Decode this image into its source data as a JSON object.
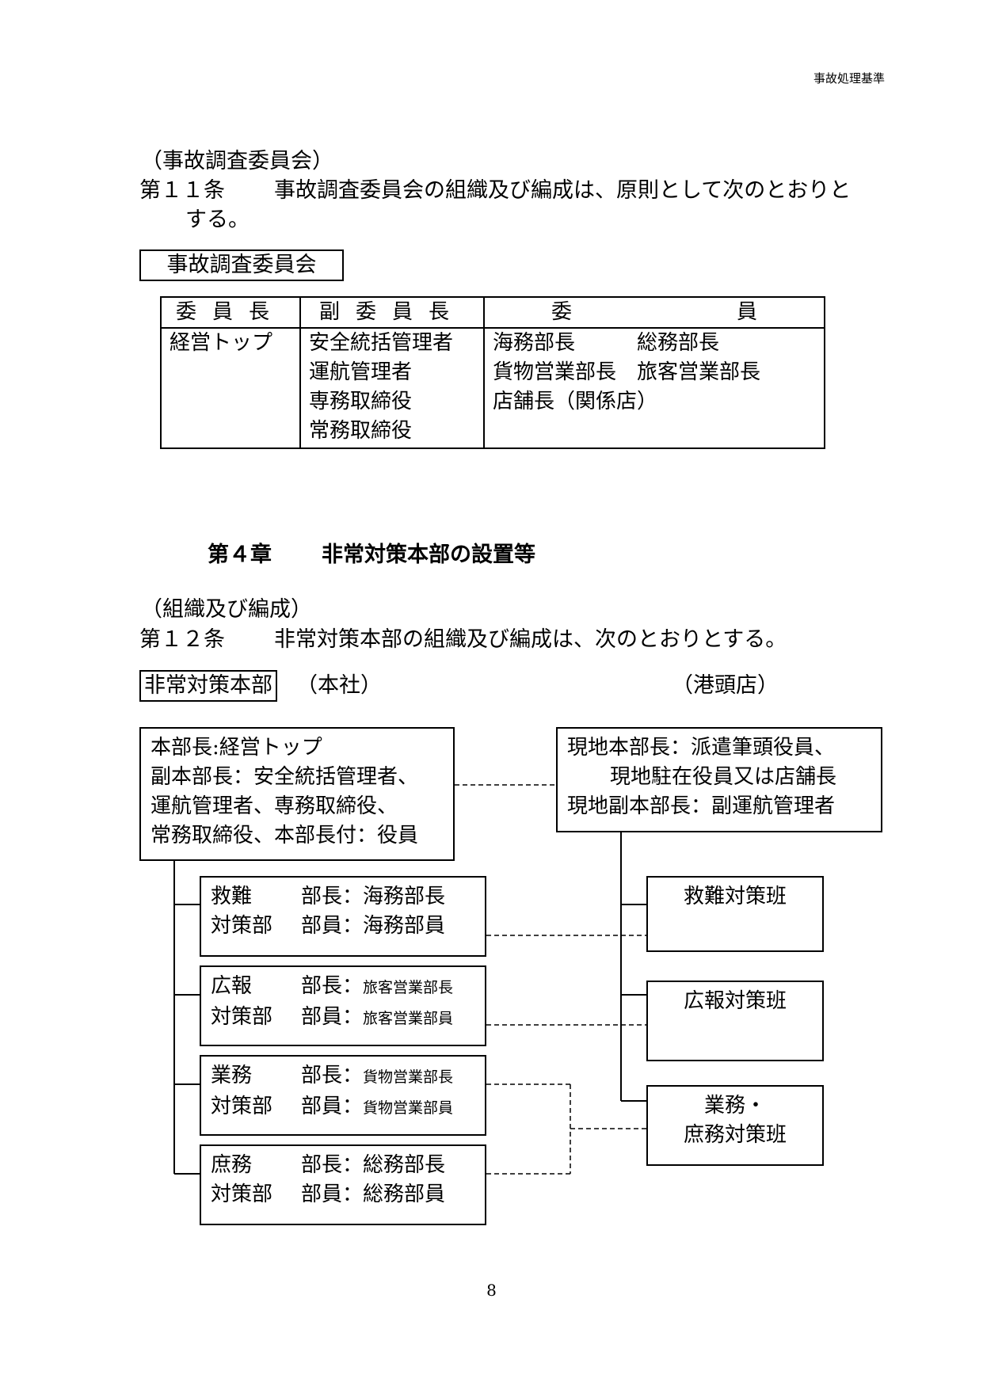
{
  "header": "事故処理基準",
  "section1": {
    "caption": "（事故調査委員会）",
    "article_num": "第１１条",
    "article_text1": "事故調査委員会の組織及び編成は、原則として次のとおりと",
    "article_text2": "する。",
    "box_label": "事故調査委員会",
    "table": {
      "headers": [
        "委員長",
        "副委員長",
        "委　　　　　　　　員"
      ],
      "col1": [
        "経営トップ"
      ],
      "col2": [
        "安全統括管理者",
        "運航管理者",
        "専務取締役",
        "常務取締役"
      ],
      "col3": [
        "海務部長　　　総務部長",
        "貨物営業部長　旅客営業部長",
        "店舗長（関係店）"
      ]
    }
  },
  "chapter": {
    "number": "第４章",
    "title": "非常対策本部の設置等"
  },
  "section2": {
    "caption": "（組織及び編成）",
    "article_num": "第１２条",
    "article_text": "非常対策本部の組織及び編成は、次のとおりとする。",
    "box_label": "非常対策本部",
    "hq_label": "（本社）",
    "port_label": "（港頭店）"
  },
  "org": {
    "hq": [
      "本部長:経営トップ",
      "副本部長：安全統括管理者、",
      "運航管理者、専務取締役、",
      "常務取締役、本部長付：役員"
    ],
    "field": [
      "現地本部長：派遣筆頭役員、",
      "現地駐在役員又は店舗長",
      "現地副本部長：副運航管理者"
    ],
    "depts": [
      {
        "name1": "救難",
        "name2": "対策部",
        "head_label": "部長：",
        "head": "海務部長",
        "member_label": "部員：",
        "member": "海務部員"
      },
      {
        "name1": "広報",
        "name2": "対策部",
        "head_label": "部長：",
        "head": "旅客営業部長",
        "member_label": "部員：",
        "member": "旅客営業部員"
      },
      {
        "name1": "業務",
        "name2": "対策部",
        "head_label": "部長：",
        "head": "貨物営業部長",
        "member_label": "部員：",
        "member": "貨物営業部員"
      },
      {
        "name1": "庶務",
        "name2": "対策部",
        "head_label": "部長：",
        "head": "総務部長",
        "member_label": "部員：",
        "member": "総務部員"
      }
    ],
    "teams": [
      {
        "lines": [
          "救難対策班"
        ]
      },
      {
        "lines": [
          "広報対策班"
        ]
      },
      {
        "lines": [
          "業務・",
          "庶務対策班"
        ]
      }
    ]
  },
  "page_number": "8"
}
